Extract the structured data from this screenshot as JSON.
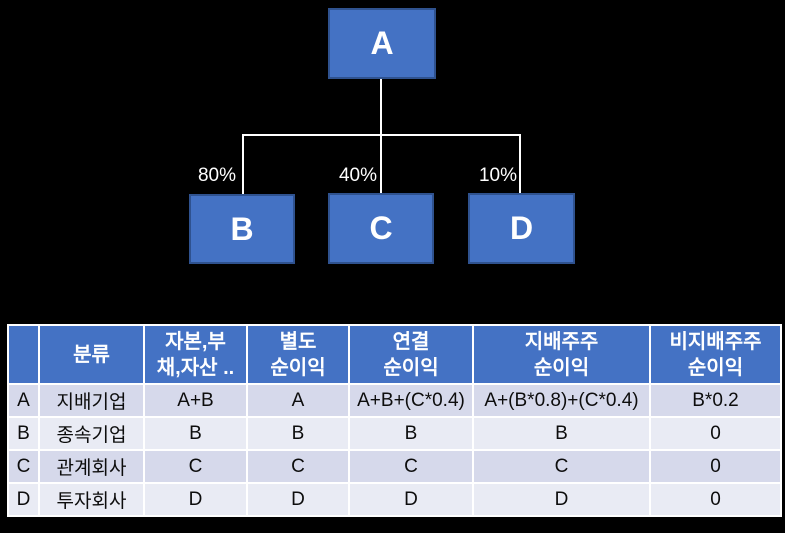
{
  "background": "#000000",
  "diagram": {
    "nodes": {
      "a": "A",
      "b": "B",
      "c": "C",
      "d": "D"
    },
    "edges": [
      {
        "from": "A",
        "to": "B",
        "label": "80%"
      },
      {
        "from": "A",
        "to": "C",
        "label": "40%"
      },
      {
        "from": "A",
        "to": "D",
        "label": "10%"
      }
    ],
    "colors": {
      "node_fill": "#4472C4",
      "node_border": "#2F528F",
      "connector": "#FFFFFF",
      "label_text": "#FFFFFF"
    }
  },
  "table": {
    "header": [
      "",
      "분류",
      "자본,부\n채,자산 ..",
      "별도\n순이익",
      "연결\n순이익",
      "지배주주\n순이익",
      "비지배주주\n순이익"
    ],
    "rows": [
      {
        "cells": [
          "A",
          "지배기업",
          "A+B",
          "A",
          "A+B+(C*0.4)",
          "A+(B*0.8)+(C*0.4)",
          "B*0.2"
        ]
      },
      {
        "cells": [
          "B",
          "종속기업",
          "B",
          "B",
          "B",
          "B",
          "0"
        ]
      },
      {
        "cells": [
          "C",
          "관계회사",
          "C",
          "C",
          "C",
          "C",
          "0"
        ]
      },
      {
        "cells": [
          "D",
          "투자회사",
          "D",
          "D",
          "D",
          "D",
          "0"
        ]
      }
    ],
    "colors": {
      "header_bg": "#4472C4",
      "header_text": "#FFFFFF",
      "band_dark": "#D6D9EB",
      "band_light": "#E9EBF4",
      "grid": "#FFFFFF",
      "body_text": "#0D0D0D"
    }
  }
}
